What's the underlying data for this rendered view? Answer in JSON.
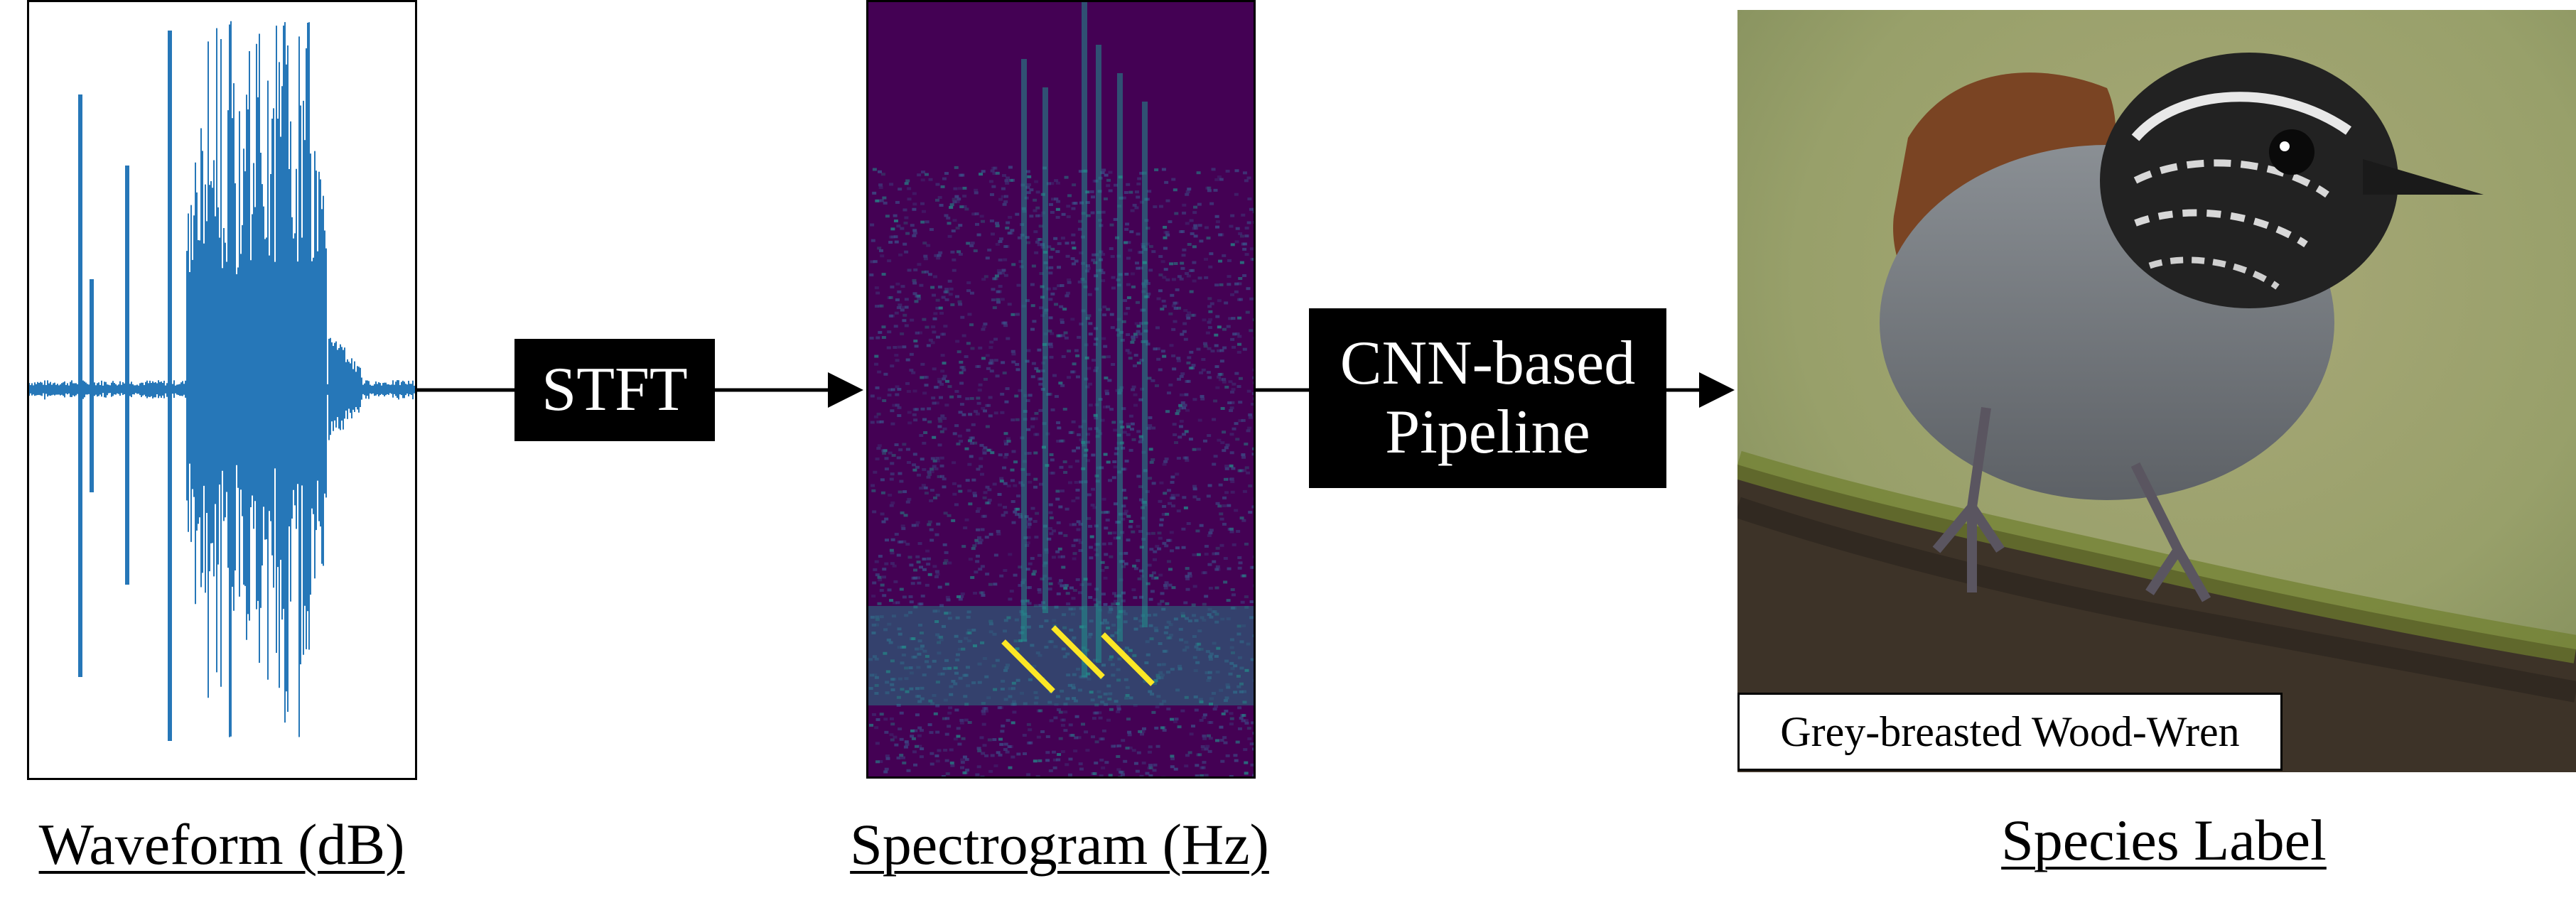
{
  "stages": {
    "waveform": {
      "caption": "Waveform (dB)",
      "color": "#2677b8"
    },
    "stft": {
      "label": "STFT"
    },
    "spectrogram": {
      "caption": "Spectrogram (Hz)",
      "colors": [
        "#440154",
        "#3b528b",
        "#21918c",
        "#5ec962",
        "#fde725"
      ]
    },
    "cnn": {
      "line1": "CNN-based",
      "line2": "Pipeline"
    },
    "species": {
      "caption": "Species Label",
      "label": "Grey-breasted Wood-Wren"
    }
  }
}
